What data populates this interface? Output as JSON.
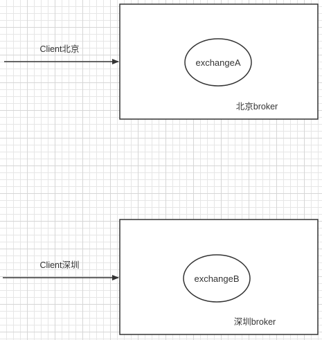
{
  "top_group": {
    "client_label": "Client北京",
    "exchange_label": "exchangeA",
    "broker_label": "北京broker"
  },
  "bottom_group": {
    "client_label": "Client深圳",
    "exchange_label": "exchangeB",
    "broker_label": "深圳broker"
  },
  "colors": {
    "stroke": "#333333",
    "background": "#ffffff",
    "grid": "#e6e6e6"
  }
}
